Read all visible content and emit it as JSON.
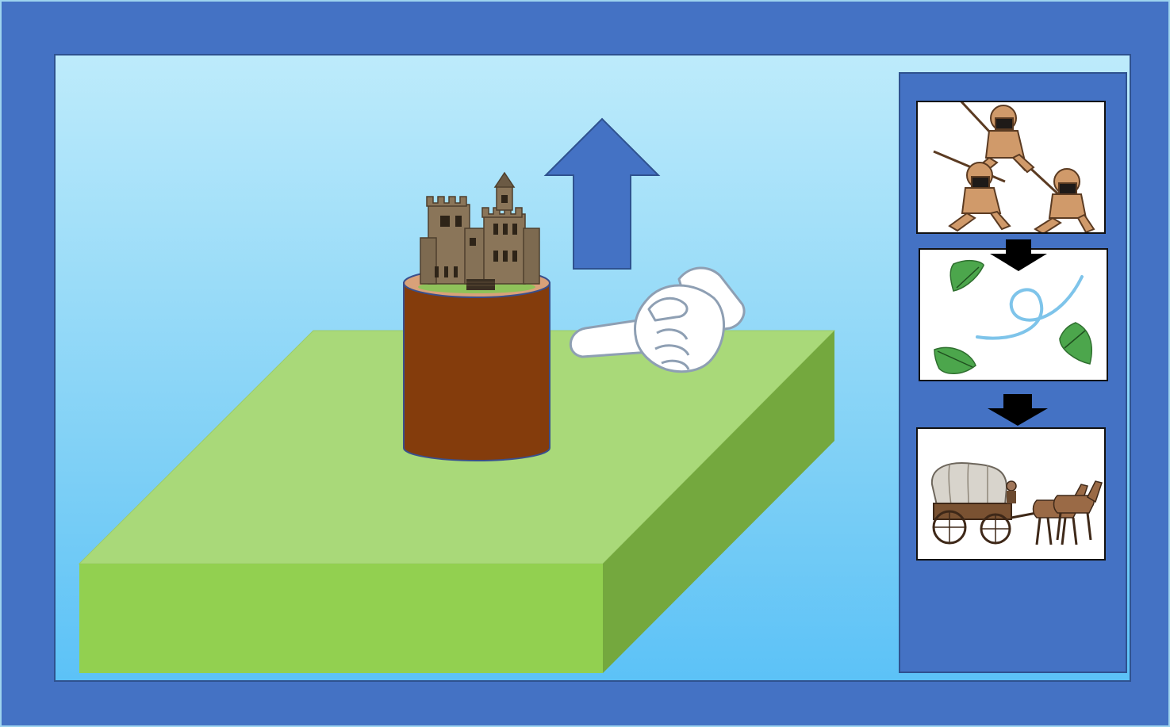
{
  "scene": {
    "platform": {
      "top_color": "#a9d979",
      "front_color": "#92d050",
      "side_color": "#74a83e"
    },
    "pillar": {
      "color": "#843c0c",
      "rim_color": "#d9a179",
      "outline_color": "#3a4f8c"
    },
    "castle": {
      "icon": "castle-icon"
    },
    "arrow": {
      "icon": "up-arrow-icon",
      "direction": "up",
      "color": "#4472c4"
    },
    "hand": {
      "icon": "pointing-hand-icon",
      "direction": "left"
    }
  },
  "sequence_panel": {
    "background": "#4472c4",
    "steps": [
      {
        "icon": "spear-soldiers-icon",
        "depicts": "soldiers"
      },
      {
        "icon": "wind-leaves-icon",
        "depicts": "wind"
      },
      {
        "icon": "covered-wagon-icon",
        "depicts": "wagon"
      }
    ],
    "connector_icon": "down-arrow-icon"
  },
  "colors": {
    "frame": "#4472c4",
    "sky_top": "#bdebfb",
    "sky_bottom": "#5cc2f7",
    "leaf": "#4ca64c",
    "wind": "#7ec4ea"
  }
}
